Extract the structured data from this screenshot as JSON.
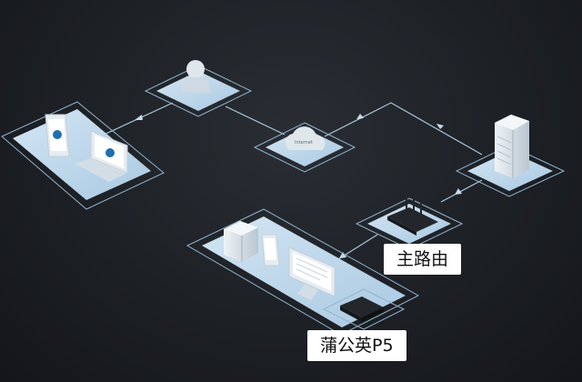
{
  "labels": {
    "router": "主路由",
    "p5": "蒲公英P5"
  },
  "cloud_text": "Internet",
  "colors": {
    "platform_fill": "#bcd6ea",
    "platform_edge": "#9cc0dc",
    "connector": "#aac6dc",
    "device_gray": "#dfe6ec",
    "dark_device": "#23272b"
  },
  "icons": [
    "user-icon",
    "cloud-icon",
    "tablet-icon",
    "laptop-icon",
    "server-icon",
    "router-icon",
    "desktop-tower-icon",
    "phone-icon",
    "monitor-icon",
    "p5-router-icon"
  ]
}
